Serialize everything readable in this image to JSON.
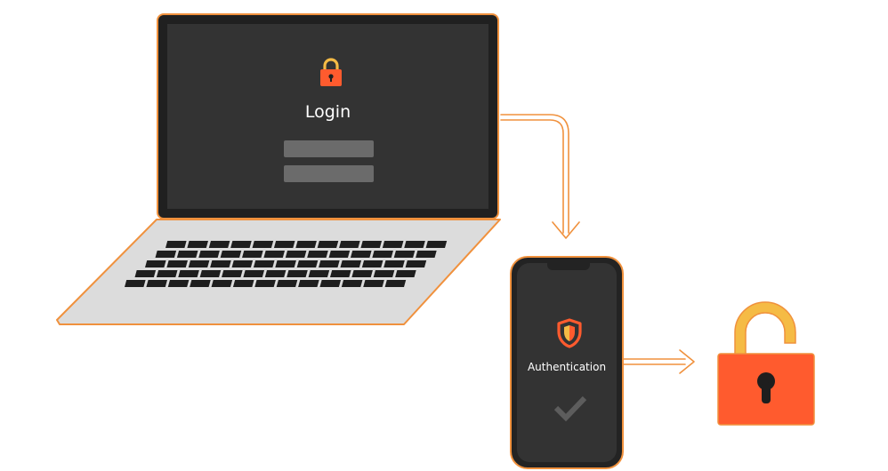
{
  "laptop": {
    "screen_title": "Login",
    "fields": [
      {
        "kind": "username"
      },
      {
        "kind": "password"
      }
    ]
  },
  "phone": {
    "auth_label": "Authentication"
  },
  "colors": {
    "accent": "#f0913d",
    "lock_red": "#ff5b2e",
    "shackle_yellow": "#f5bb45",
    "screen_dark": "#333333",
    "bezel_dark": "#202020",
    "keyboard_deck": "#dcdcdc",
    "field_gray": "#6b6b6b",
    "check_gray": "#5d5d5d"
  },
  "icons": {
    "laptop_lock": "lock-icon",
    "phone_shield": "shield-icon",
    "phone_check": "check-icon",
    "big_lock": "unlocked-padlock-icon"
  }
}
